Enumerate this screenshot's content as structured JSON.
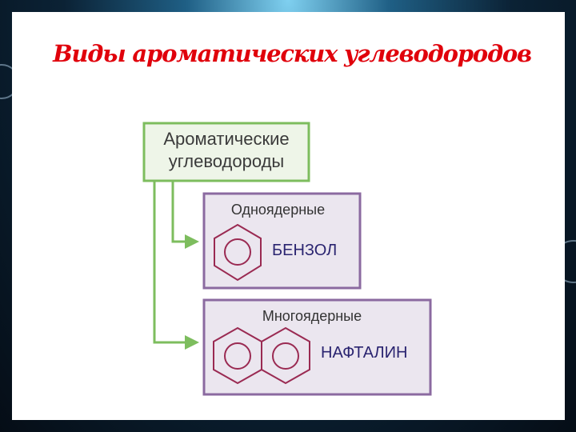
{
  "slide": {
    "title": "Виды ароматических углеводородов"
  },
  "diagram": {
    "root": {
      "line1": "Ароматические",
      "line2": "углеводороды"
    },
    "branches": [
      {
        "category": "Одноядерные",
        "example": "БЕНЗОЛ",
        "rings": 1
      },
      {
        "category": "Многоядерные",
        "example": "НАФТАЛИН",
        "rings": 2
      }
    ],
    "colors": {
      "title": "#e0000b",
      "root_border": "#7dbd5e",
      "root_fill": "#eef5e8",
      "branch_border": "#8b6aa0",
      "branch_fill": "#ebe6ef",
      "ring": "#9a2a52",
      "example_text": "#2a2470"
    }
  }
}
